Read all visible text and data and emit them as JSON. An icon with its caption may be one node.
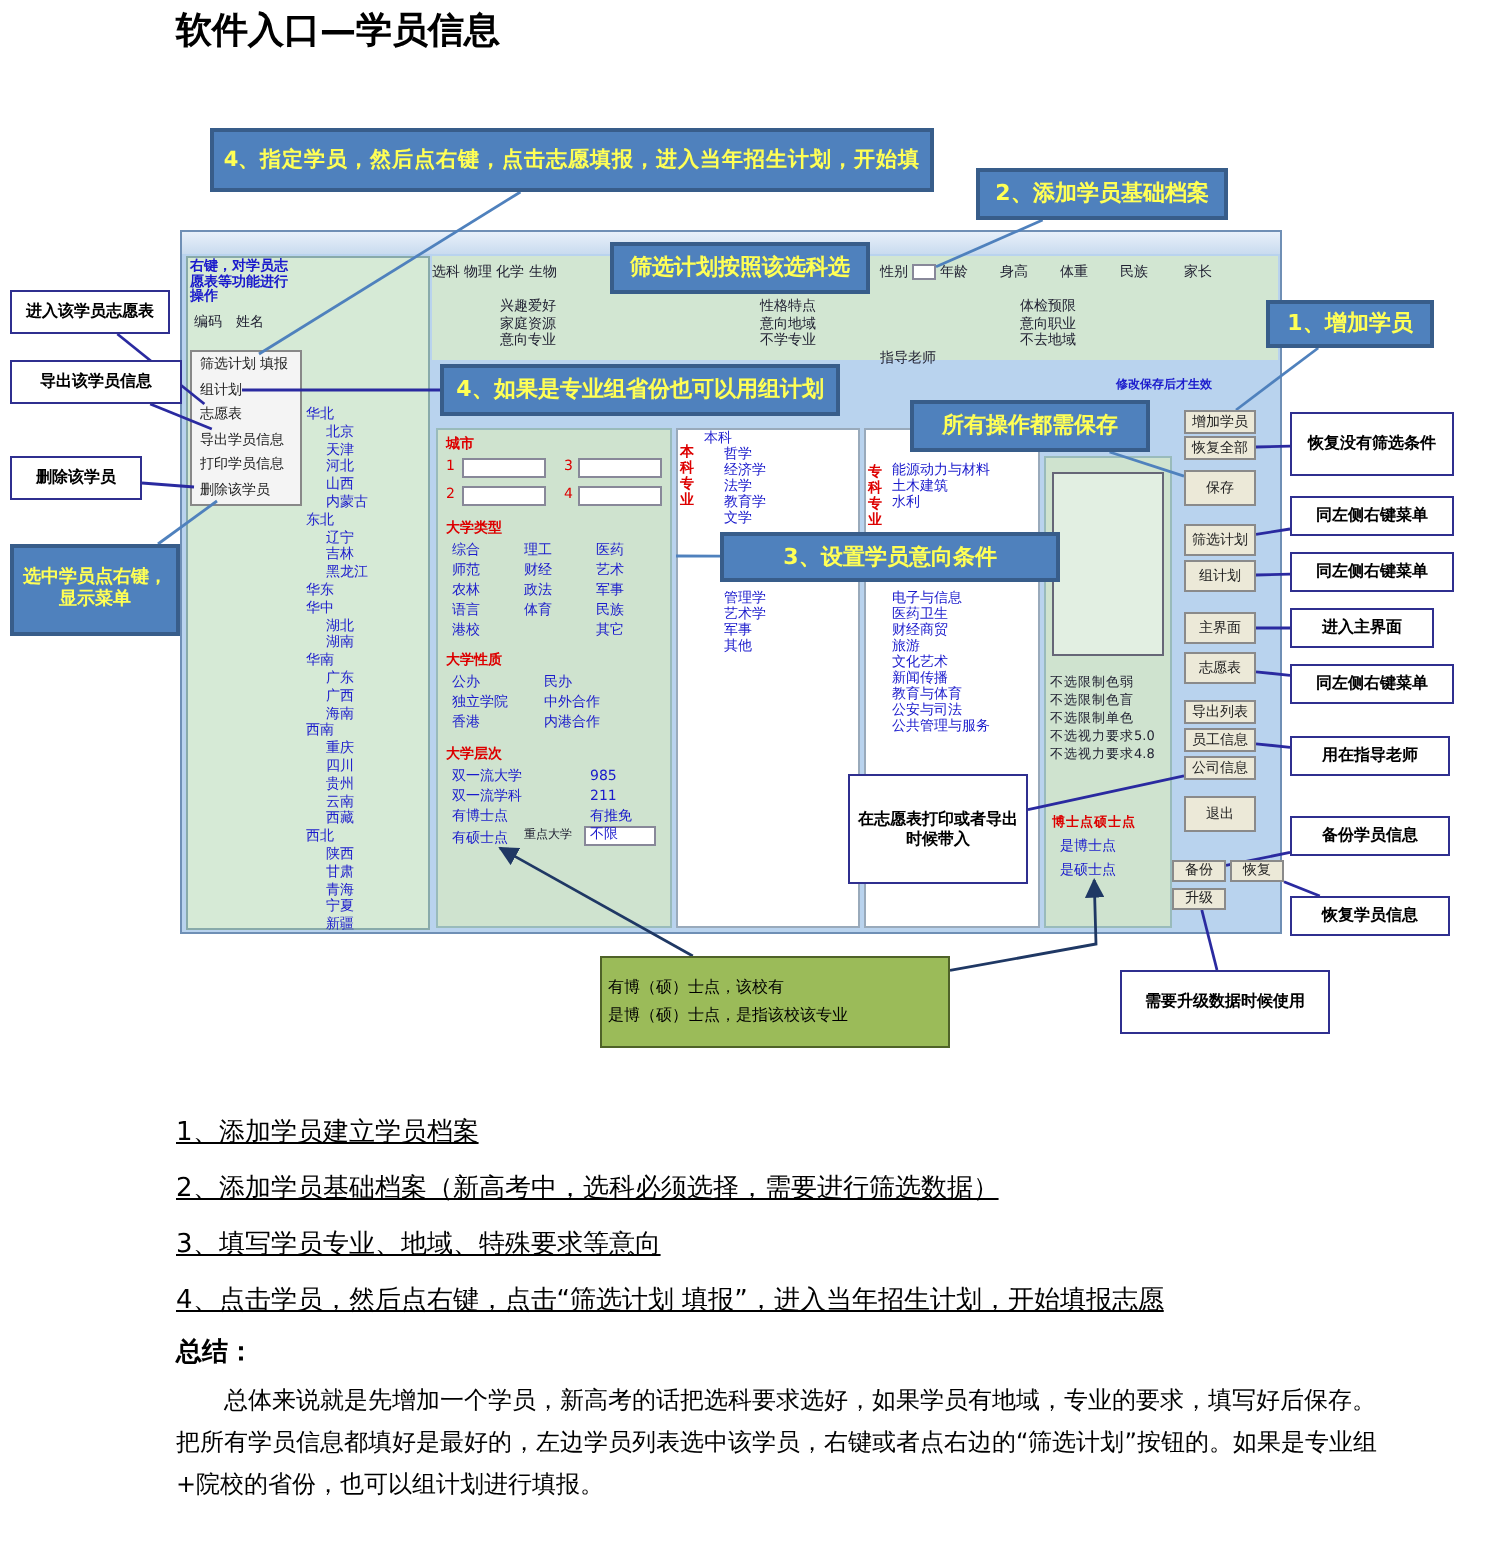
{
  "diagram": {
    "title": "软件入口—学员信息",
    "nodes": [
      {
        "text": [
          "4、指定学员，然后点右键，点击志愿填报，进入当年招生计划，开始填"
        ]
      },
      {
        "text": [
          "2、添加学员基础档案"
        ]
      },
      {
        "text": [
          "筛选计划按照该选科选"
        ]
      },
      {
        "text": [
          "1、增加学员"
        ]
      },
      {
        "text": [
          "4、如果是专业组省份也可以用组计划"
        ]
      },
      {
        "text": [
          "所有操作都需保存"
        ]
      },
      {
        "text": [
          "3、设置学员意向条件"
        ]
      },
      {
        "text": [
          "选中学员点右键，显示菜单"
        ]
      },
      {
        "text": [
          "进入该学员志愿表"
        ]
      },
      {
        "text": [
          "导出该学员信息"
        ]
      },
      {
        "text": [
          "删除该学员"
        ]
      },
      {
        "text": [
          "恢复没有筛选条件"
        ]
      },
      {
        "text": [
          "同左侧右键菜单"
        ]
      },
      {
        "text": [
          "同左侧右键菜单"
        ]
      },
      {
        "text": [
          "进入主界面"
        ]
      },
      {
        "text": [
          "同左侧右键菜单"
        ]
      },
      {
        "text": [
          "用在指导老师"
        ]
      },
      {
        "text": [
          "在志愿表打印或者导出时候带入"
        ]
      },
      {
        "text": [
          "备份学员信息"
        ]
      },
      {
        "text": [
          "恢复学员信息"
        ]
      },
      {
        "text": [
          "需要升级数据时候使用"
        ]
      },
      {
        "text": [
          "有博（硕）士点，该校有",
          "是博（硕）士点，是指该校该专业"
        ]
      },
      {
        "text": [
          "筛选计划 填报"
        ]
      },
      {
        "text": [
          "组计划"
        ]
      },
      {
        "text": [
          "志愿表"
        ]
      },
      {
        "text": [
          "导出学员信息"
        ]
      },
      {
        "text": [
          "打印学员信息"
        ]
      },
      {
        "text": [
          "删除该学员"
        ]
      },
      {
        "text": [
          "增加学员"
        ]
      },
      {
        "text": [
          "恢复全部"
        ]
      },
      {
        "text": [
          "保存"
        ]
      },
      {
        "text": [
          "筛选计划"
        ]
      },
      {
        "text": [
          "组计划"
        ]
      },
      {
        "text": [
          "主界面"
        ]
      },
      {
        "text": [
          "志愿表"
        ]
      },
      {
        "text": [
          "导出列表"
        ]
      },
      {
        "text": [
          "员工信息"
        ]
      },
      {
        "text": [
          "公司信息"
        ]
      },
      {
        "text": [
          "退出"
        ]
      },
      {
        "text": [
          "备份"
        ]
      },
      {
        "text": [
          "恢复"
        ]
      },
      {
        "text": [
          "升级"
        ]
      },
      {
        "text": [
          "有硕士点"
        ]
      },
      {
        "text": [
          "是硕士点"
        ]
      },
      {
        "text": [],
        "shape": "box"
      },
      {
        "text": [],
        "shape": "box"
      },
      {
        "text": [],
        "shape": "box"
      }
    ],
    "edges": [
      {
        "from": 0,
        "to": 22,
        "arrow": "none",
        "color": "#4f81bd"
      },
      {
        "from": 1,
        "to": 44,
        "arrow": "none",
        "color": "#4f81bd"
      },
      {
        "from": 3,
        "to": 28,
        "arrow": "none",
        "color": "#4f81bd"
      },
      {
        "from": 4,
        "to": 23,
        "arrow": "none"
      },
      {
        "from": 5,
        "to": 30,
        "arrow": "none",
        "color": "#4f81bd"
      },
      {
        "from": 6,
        "to": 45,
        "arrow": "none",
        "color": "#4f81bd"
      },
      {
        "from": 7,
        "to": 27,
        "arrow": "none",
        "color": "#4f81bd"
      },
      {
        "from": 8,
        "to": 24,
        "arrow": "none"
      },
      {
        "from": 9,
        "to": 25,
        "arrow": "none"
      },
      {
        "from": 10,
        "to": 27,
        "arrow": "none"
      },
      {
        "from": 11,
        "to": 29,
        "arrow": "none"
      },
      {
        "from": 12,
        "to": 31,
        "arrow": "none"
      },
      {
        "from": 13,
        "to": 32,
        "arrow": "none"
      },
      {
        "from": 14,
        "to": 33,
        "arrow": "none"
      },
      {
        "from": 15,
        "to": 34,
        "arrow": "none"
      },
      {
        "from": 16,
        "to": 36,
        "arrow": "none"
      },
      {
        "from": 17,
        "to": 37,
        "arrow": "none"
      },
      {
        "from": 18,
        "to": 39,
        "arrow": "none"
      },
      {
        "from": 19,
        "to": 40,
        "arrow": "none"
      },
      {
        "from": 20,
        "to": 41,
        "arrow": "none"
      },
      {
        "from": 21,
        "to": 42,
        "arrow": "to"
      },
      {
        "from": 21,
        "to": 43,
        "arrow": "to"
      }
    ],
    "labels": [
      "右键，对学员志愿表等功能进行操作",
      "编码",
      "姓名",
      "选科",
      "物理 化学 生物",
      "性别",
      "年龄",
      "身高",
      "体重",
      "民族",
      "家长",
      "兴趣爱好",
      "家庭资源",
      "意向专业",
      "性格特点",
      "意向地域",
      "不学专业",
      "体检预限",
      "意向职业",
      "不去地域",
      "指导老师",
      "修改保存后才生效",
      "华北",
      "北京",
      "天津",
      "河北",
      "山西",
      "内蒙古",
      "东北",
      "辽宁",
      "吉林",
      "黑龙江",
      "华东",
      "华中",
      "湖北",
      "湖南",
      "华南",
      "广东",
      "广西",
      "海南",
      "西南",
      "重庆",
      "四川",
      "贵州",
      "云南",
      "西藏",
      "西北",
      "陕西",
      "甘肃",
      "青海",
      "宁夏",
      "新疆",
      "城市",
      "1",
      "3",
      "2",
      "4",
      "大学类型",
      "综合",
      "理工",
      "医药",
      "师范",
      "财经",
      "艺术",
      "农林",
      "政法",
      "军事",
      "语言",
      "体育",
      "民族",
      "港校",
      "其它",
      "大学性质",
      "公办",
      "民办",
      "独立学院",
      "中外合作",
      "香港",
      "内港合作",
      "大学层次",
      "双一流大学",
      "985",
      "双一流学科",
      "211",
      "有博士点",
      "有推免",
      "重点大学",
      "不限",
      "本科专业",
      "本科",
      "哲学",
      "经济学",
      "法学",
      "教育学",
      "文学",
      "管理学",
      "艺术学",
      "军事",
      "其他",
      "专科专业",
      "能源动力与材料",
      "土木建筑",
      "水利",
      "电子与信息",
      "医药卫生",
      "财经商贸",
      "旅游",
      "文化艺术",
      "新闻传播",
      "教育与体育",
      "公安与司法",
      "公共管理与服务",
      "不选限制色弱",
      "不选限制色盲",
      "不选限制单色",
      "不选视力要求5.0",
      "不选视力要求4.8",
      "博士点硕士点",
      "是博士点",
      "1、添加学员建立学员档案",
      "2、添加学员基础档案（新高考中，选科必须选择，需要进行筛选数据）",
      "3、填写学员专业、地域、特殊要求等意向",
      "4、点击学员，然后点右键，点击“筛选计划 填报”，进入当年招生计划，开始填报志愿",
      "总结：",
      "总体来说就是先增加一个学员，新高考的话把选科要求选好，如果学员有地域，专业的要求，填写好后保存。把所有学员信息都填好是最好的，左边学员列表选中该学员，右键或者点右边的“筛选计划”按钮的。如果是专业组+院校的省份，也可以组计划进行填报。"
    ]
  }
}
